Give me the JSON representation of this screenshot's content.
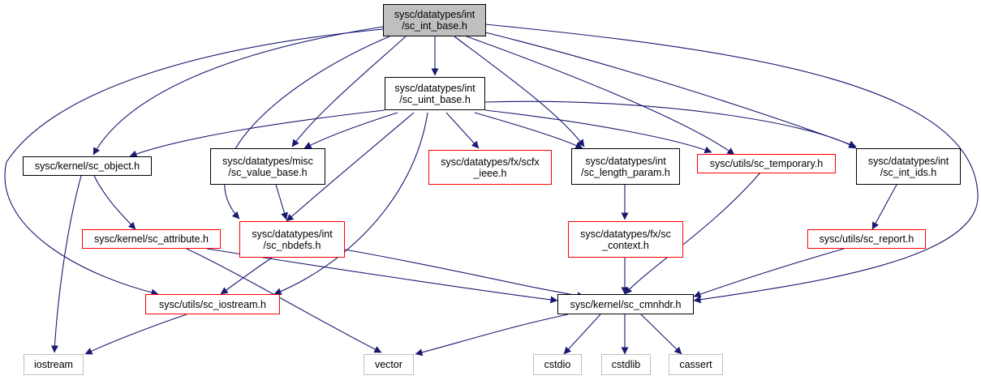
{
  "edge_color": "#191970",
  "node_styles": {
    "primary_fill": "#bfbfbf",
    "normal_border": "#000000",
    "truncated_border": "#ff0000",
    "external_border": "#bfbfbf"
  },
  "nodes": {
    "sc_int_base": {
      "lines": [
        "sysc/datatypes/int",
        "/sc_int_base.h"
      ]
    },
    "sc_uint_base": {
      "lines": [
        "sysc/datatypes/int",
        "/sc_uint_base.h"
      ]
    },
    "sc_object": {
      "lines": [
        "sysc/kernel/sc_object.h"
      ]
    },
    "sc_value_base": {
      "lines": [
        "sysc/datatypes/misc",
        "/sc_value_base.h"
      ]
    },
    "scfx_ieee": {
      "lines": [
        "sysc/datatypes/fx/scfx",
        "_ieee.h"
      ]
    },
    "sc_length_param": {
      "lines": [
        "sysc/datatypes/int",
        "/sc_length_param.h"
      ]
    },
    "sc_temporary": {
      "lines": [
        "sysc/utils/sc_temporary.h"
      ]
    },
    "sc_int_ids": {
      "lines": [
        "sysc/datatypes/int",
        "/sc_int_ids.h"
      ]
    },
    "sc_attribute": {
      "lines": [
        "sysc/kernel/sc_attribute.h"
      ]
    },
    "sc_nbdefs": {
      "lines": [
        "sysc/datatypes/int",
        "/sc_nbdefs.h"
      ]
    },
    "sc_context": {
      "lines": [
        "sysc/datatypes/fx/sc",
        "_context.h"
      ]
    },
    "sc_report": {
      "lines": [
        "sysc/utils/sc_report.h"
      ]
    },
    "sc_iostream": {
      "lines": [
        "sysc/utils/sc_iostream.h"
      ]
    },
    "sc_cmnhdr": {
      "lines": [
        "sysc/kernel/sc_cmnhdr.h"
      ]
    },
    "iostream": {
      "lines": [
        "iostream"
      ]
    },
    "vector": {
      "lines": [
        "vector"
      ]
    },
    "cstdio": {
      "lines": [
        "cstdio"
      ]
    },
    "cstdlib": {
      "lines": [
        "cstdlib"
      ]
    },
    "cassert": {
      "lines": [
        "cassert"
      ]
    }
  }
}
